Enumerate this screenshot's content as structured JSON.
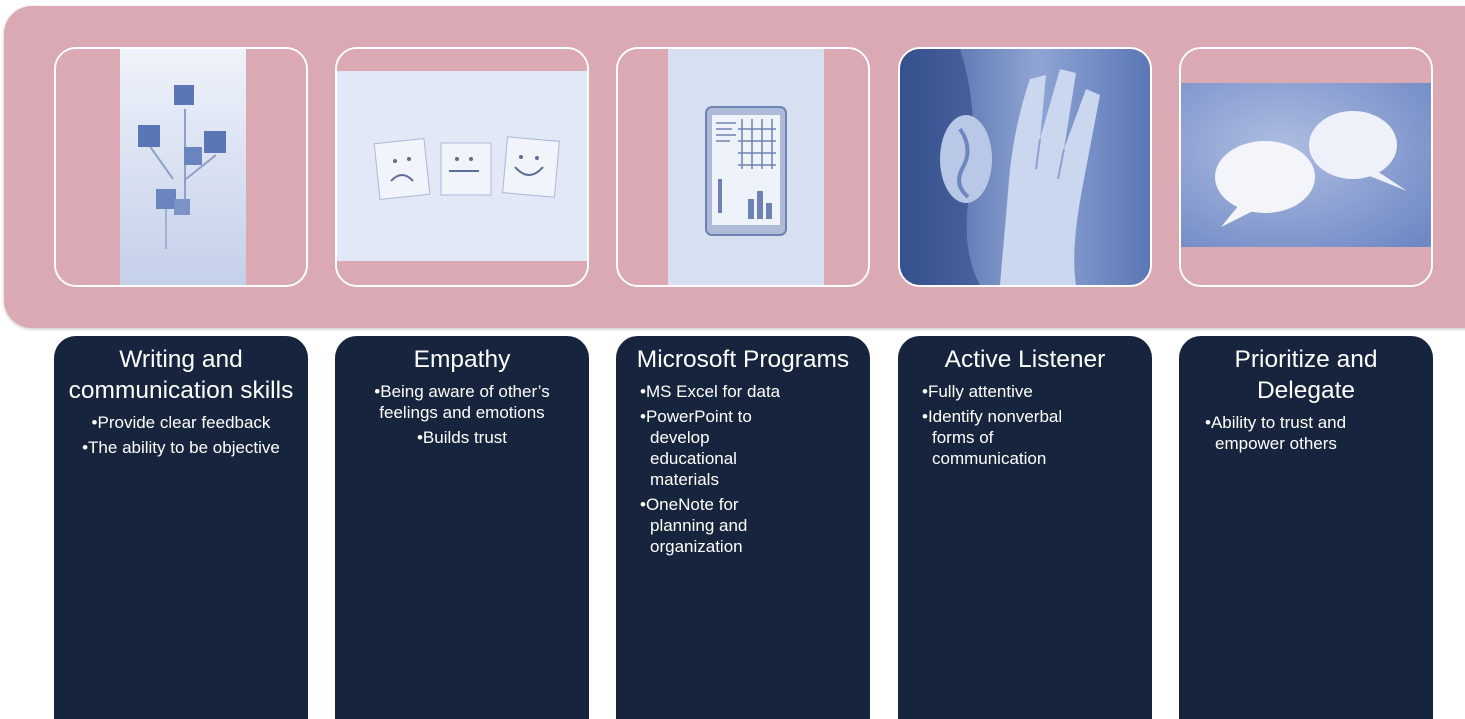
{
  "columns": [
    {
      "title": "Writing and communication skills",
      "bullets": [
        "Provide clear feedback",
        "The ability to be objective"
      ],
      "image_icon": "speech-bubbles-cubes-icon"
    },
    {
      "title": "Empathy",
      "bullets": [
        "Being aware of other’s feelings and emotions",
        "Builds trust"
      ],
      "image_icon": "emotion-faces-icon"
    },
    {
      "title": "Microsoft Programs",
      "bullets": [
        "MS Excel for data",
        "PowerPoint to develop educational materials",
        "OneNote for planning and organization"
      ],
      "image_icon": "tablet-chart-icon"
    },
    {
      "title": "Active Listener",
      "bullets": [
        "Fully attentive",
        "Identify nonverbal forms of communication"
      ],
      "image_icon": "hand-to-ear-icon"
    },
    {
      "title": "Prioritize and Delegate",
      "bullets": [
        "Ability to trust and empower others"
      ],
      "image_icon": "speech-bubbles-icon"
    }
  ],
  "colors": {
    "band": "#dba9b3",
    "box": "#16243d",
    "photo_tint": "#b8c6e3",
    "text": "#ffffff"
  }
}
